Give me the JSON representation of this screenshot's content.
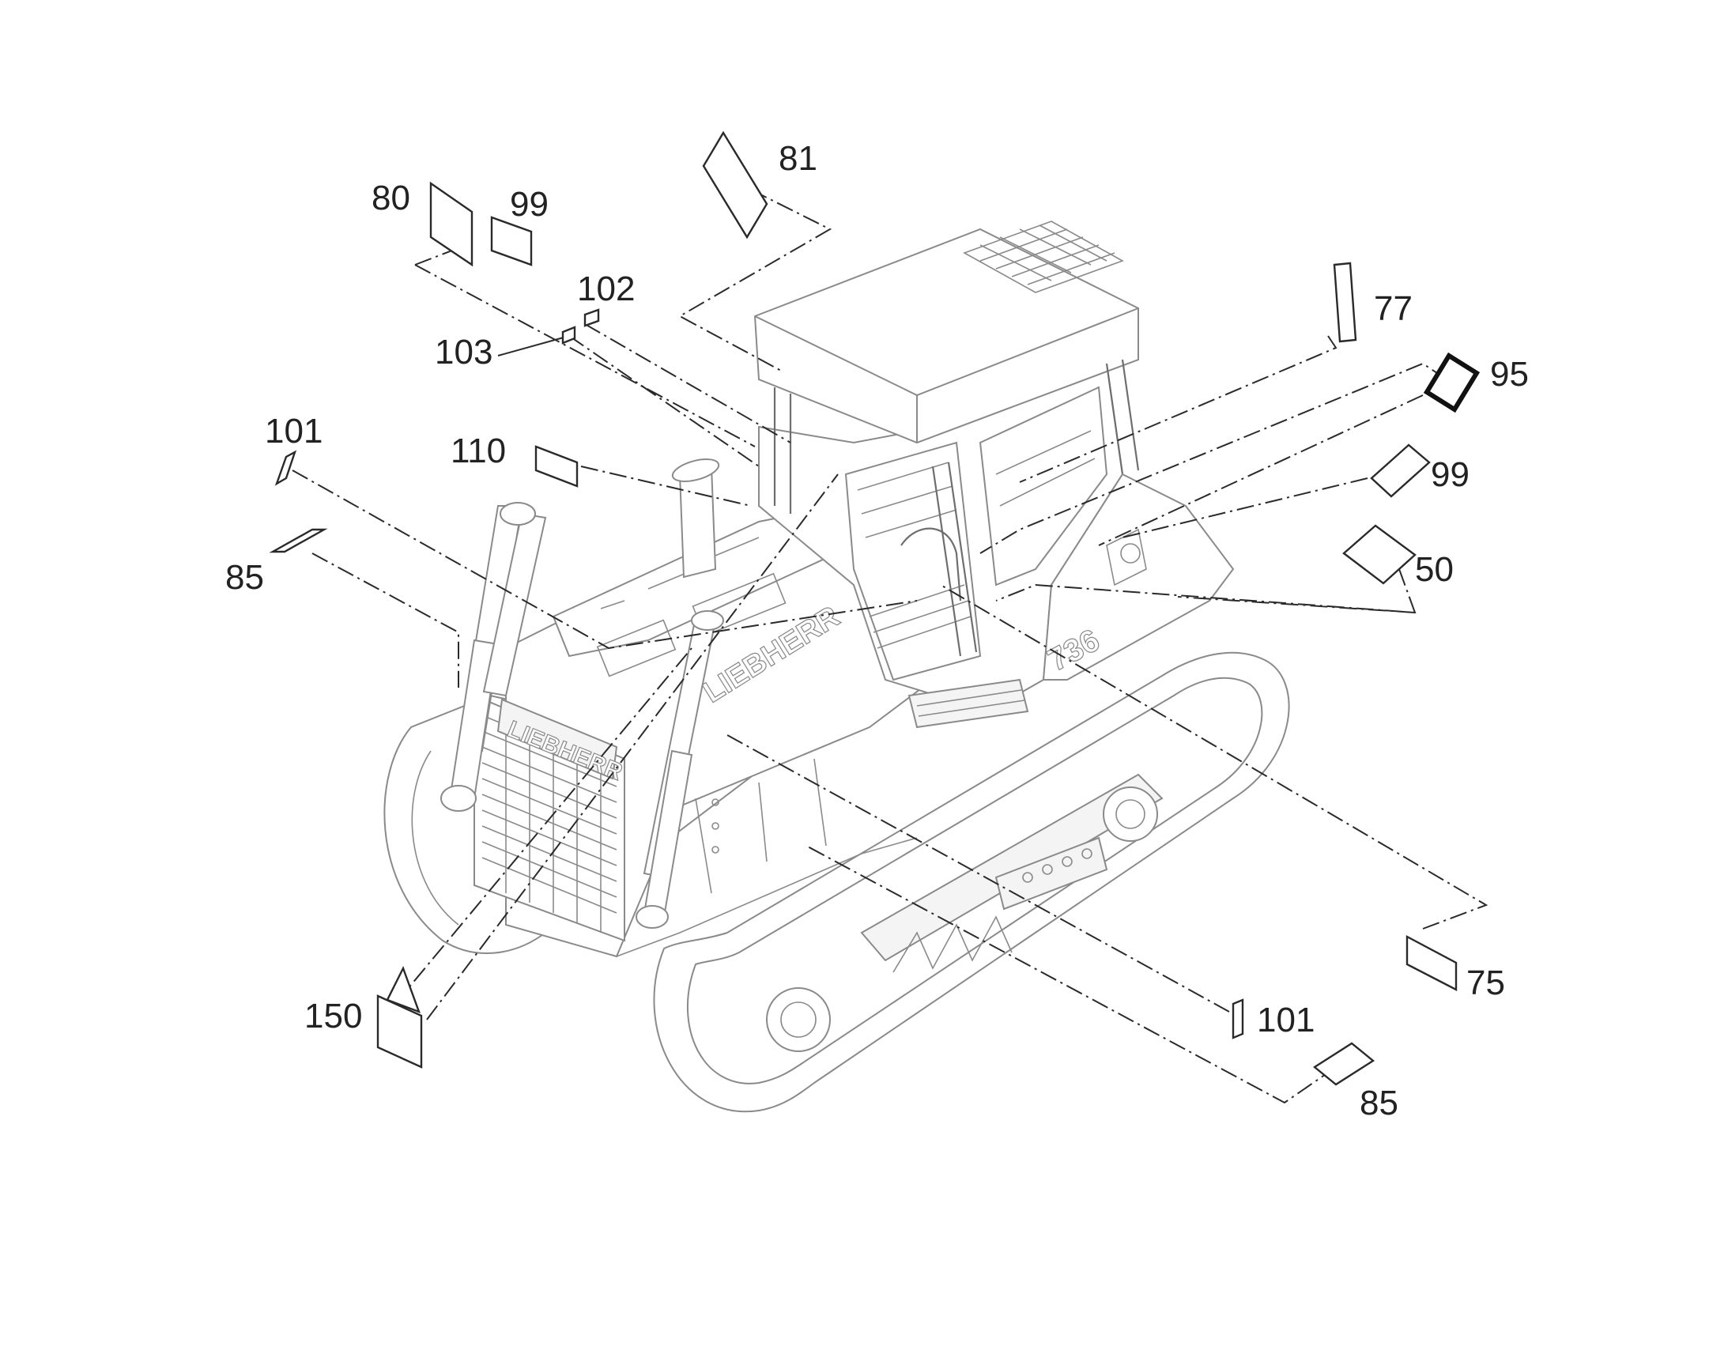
{
  "logo": {
    "brand": "LIEBHERR",
    "model": "736"
  },
  "callouts": [
    {
      "id": "c80",
      "label": "80"
    },
    {
      "id": "c99a",
      "label": "99"
    },
    {
      "id": "c81",
      "label": "81"
    },
    {
      "id": "c102",
      "label": "102"
    },
    {
      "id": "c103",
      "label": "103"
    },
    {
      "id": "c77",
      "label": "77"
    },
    {
      "id": "c95",
      "label": "95"
    },
    {
      "id": "c101a",
      "label": "101"
    },
    {
      "id": "c110",
      "label": "110"
    },
    {
      "id": "c99b",
      "label": "99"
    },
    {
      "id": "c85a",
      "label": "85"
    },
    {
      "id": "c50",
      "label": "50"
    },
    {
      "id": "c150",
      "label": "150"
    },
    {
      "id": "c75",
      "label": "75"
    },
    {
      "id": "c101b",
      "label": "101"
    },
    {
      "id": "c85b",
      "label": "85"
    }
  ]
}
